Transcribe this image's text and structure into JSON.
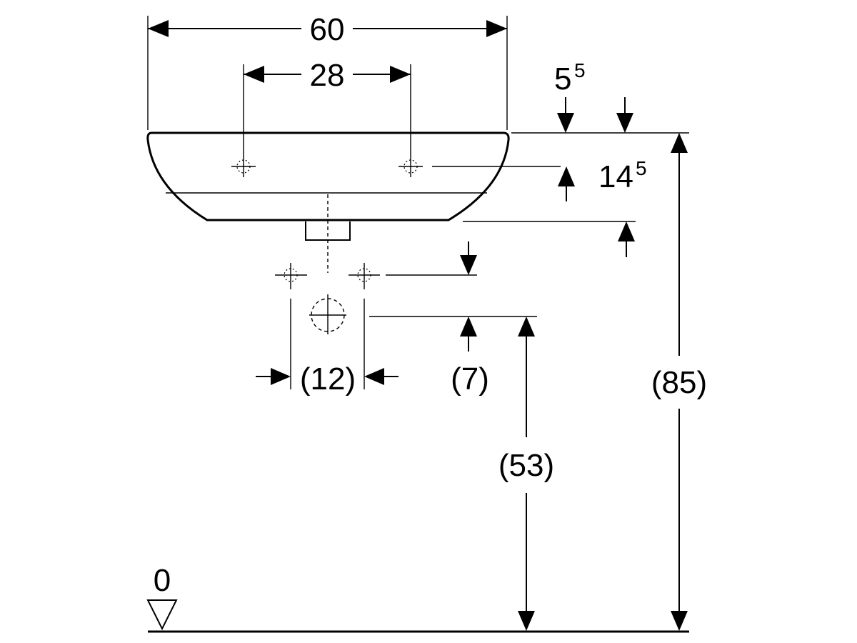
{
  "dimensions": {
    "overall_width": "60",
    "tap_hole_spacing": "28",
    "rim_offset_main": "5",
    "rim_offset_sup": "5",
    "tap_hole_depth_main": "14",
    "tap_hole_depth_sup": "5",
    "supply_spacing": "(12)",
    "supply_offset": "(7)",
    "drain_height": "(53)",
    "rim_height": "(85)",
    "floor_level": "0"
  }
}
